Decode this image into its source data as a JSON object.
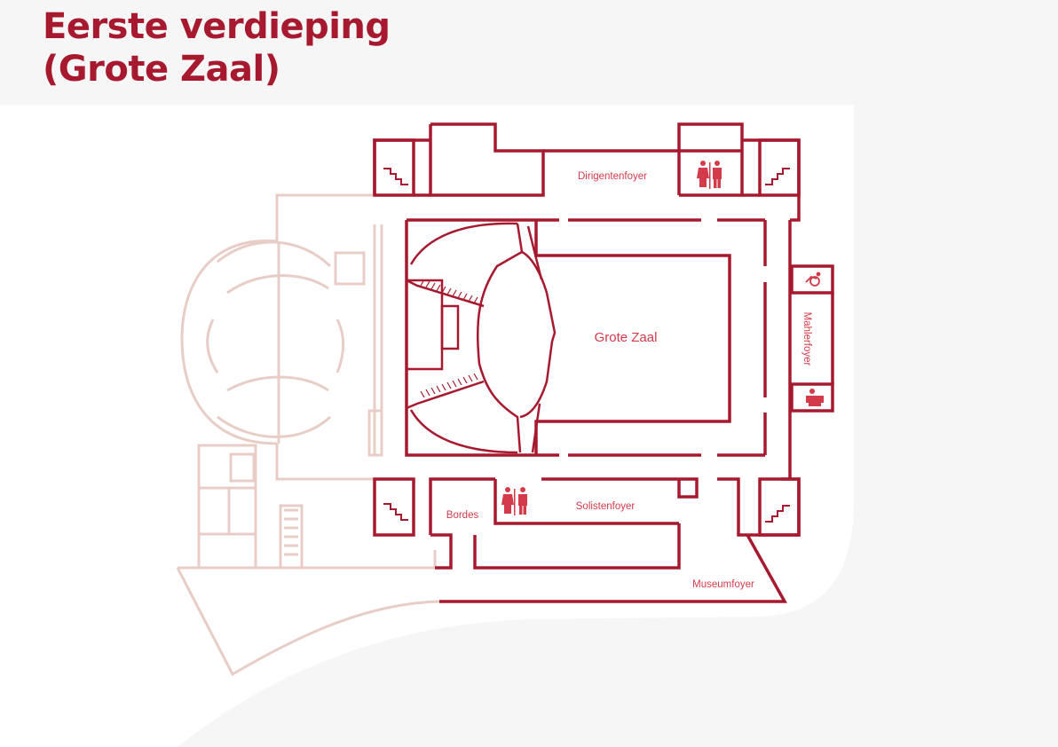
{
  "colors": {
    "accent": "#a6192e",
    "ghost": "#e8cdc6",
    "label": "#d33a4a",
    "paper": "#ffffff",
    "page_bg": "#f6f6f6"
  },
  "title": {
    "line1": "Eerste verdieping",
    "line2": "(Grote Zaal)"
  },
  "rooms": {
    "hall": "Grote Zaal",
    "conductor_foyer": "Dirigentenfoyer",
    "mahler_foyer": "Mahlerfoyer",
    "soloist_foyer": "Solistenfoyer",
    "landing": "Bordes",
    "museum_foyer": "Museumfoyer"
  },
  "icons": {
    "toilets": "restroom-icon",
    "accessible": "wheelchair-icon",
    "stairs": "stairs-icon"
  }
}
